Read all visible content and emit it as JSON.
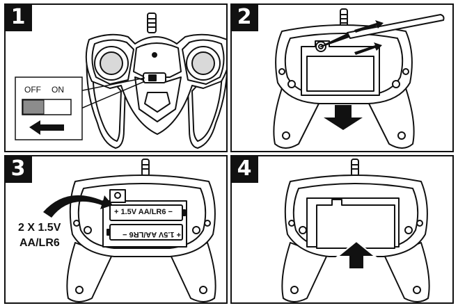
{
  "steps": [
    {
      "number": "1"
    },
    {
      "number": "2"
    },
    {
      "number": "3"
    },
    {
      "number": "4"
    }
  ],
  "switch_labels": {
    "off": "OFF",
    "on": "ON"
  },
  "battery": {
    "count_label": "2 X 1.5V",
    "type_label": "AA/LR6",
    "cell_top": "+ 1.5V AA/LR6 −",
    "cell_bottom": "+ 1.5V AA/LR6 −"
  },
  "colors": {
    "line": "#111111",
    "fill": "#ffffff",
    "stick": "#d9d9d9",
    "switch": "#8c8c8c"
  }
}
